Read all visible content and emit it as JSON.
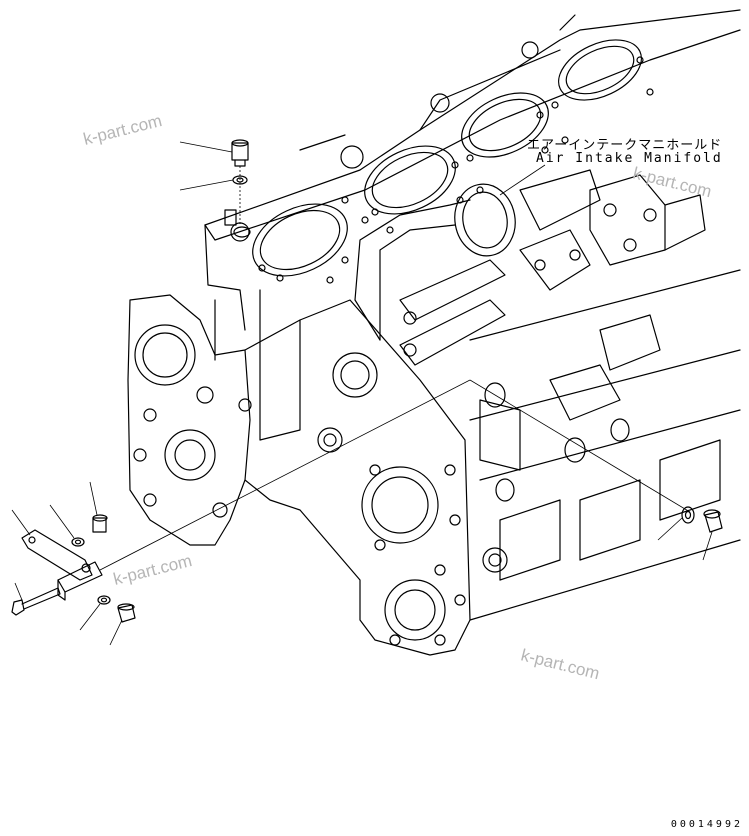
{
  "labels": {
    "part_name_jp": "エアーインテークマニホールド",
    "part_name_en": "Air Intake Manifold",
    "drawing_code": "00014992"
  },
  "watermarks": [
    "k-part.com",
    "k-part.com",
    "k-part.com",
    "k-part.com"
  ]
}
